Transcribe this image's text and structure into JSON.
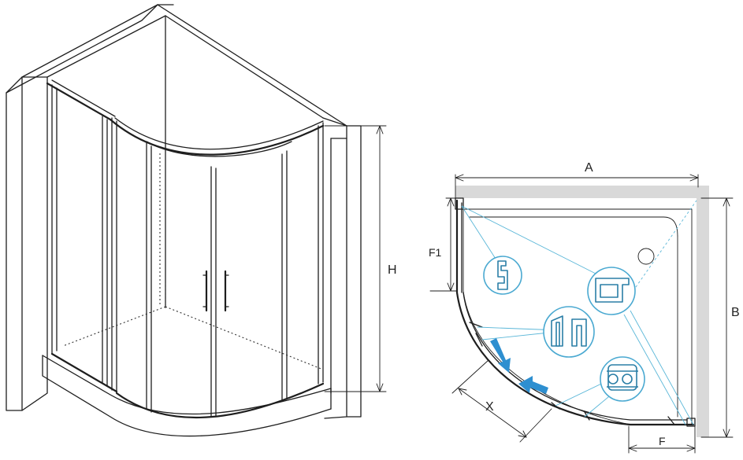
{
  "labels": {
    "height": "H",
    "width": "A",
    "depth": "B",
    "door_fixed_depth": "F1",
    "door_fixed_width": "F",
    "entry_opening": "X"
  }
}
